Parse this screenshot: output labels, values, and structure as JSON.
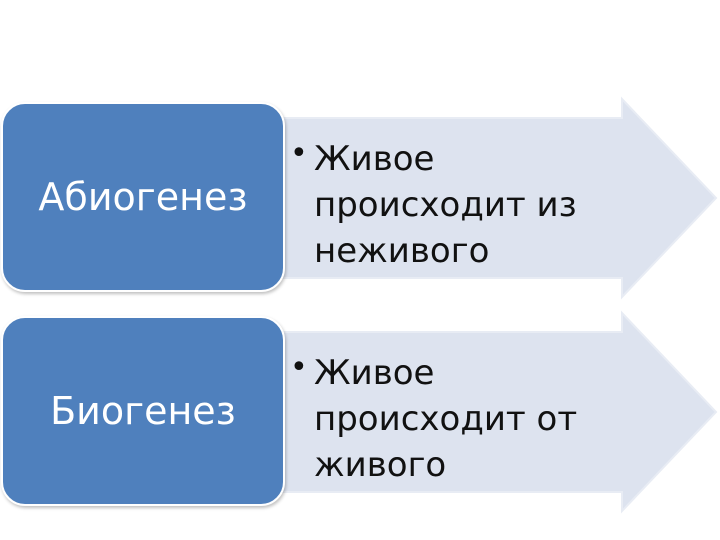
{
  "rows": [
    {
      "term": "Абиогенез",
      "bullet": "•",
      "lines": [
        "Живое",
        "происходит из",
        "неживого"
      ]
    },
    {
      "term": "Биогенез",
      "bullet": "•",
      "lines": [
        "Живое",
        "происходит от",
        "живого"
      ]
    }
  ],
  "colors": {
    "box": "#4f80bd",
    "arrow": "#dde3ef",
    "text": "#111111"
  }
}
